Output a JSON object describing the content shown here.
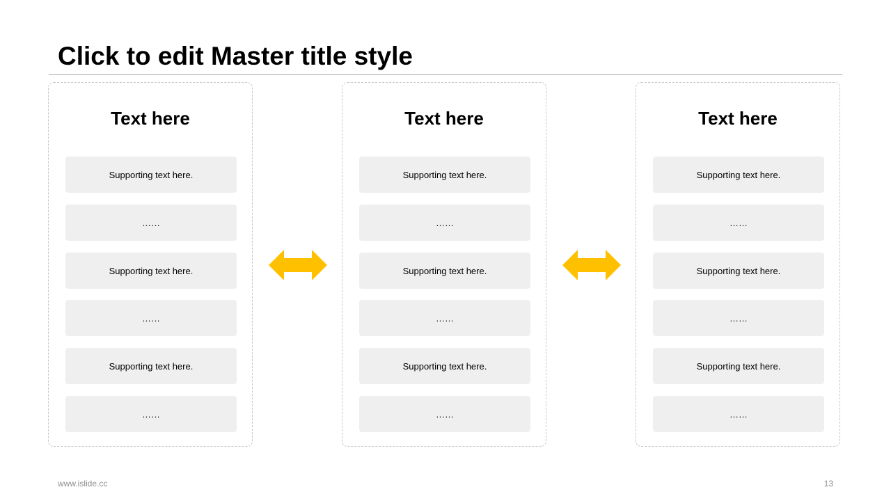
{
  "slide": {
    "title": "Click to edit Master title style",
    "accent_color": "#FFC000",
    "columns": [
      {
        "heading": "Text here",
        "items": [
          "Supporting  text here.",
          "……",
          "Supporting  text here.",
          "……",
          "Supporting  text here.",
          "……"
        ]
      },
      {
        "heading": "Text here",
        "items": [
          "Supporting  text here.",
          "……",
          "Supporting  text here.",
          "……",
          "Supporting  text here.",
          "……"
        ]
      },
      {
        "heading": "Text here",
        "items": [
          "Supporting  text here.",
          "……",
          "Supporting  text here.",
          "……",
          "Supporting  text here.",
          "……"
        ]
      }
    ],
    "arrows": [
      "double-arrow-icon",
      "double-arrow-icon"
    ]
  },
  "footer": {
    "url": "www.islide.cc",
    "page_number": "13"
  }
}
